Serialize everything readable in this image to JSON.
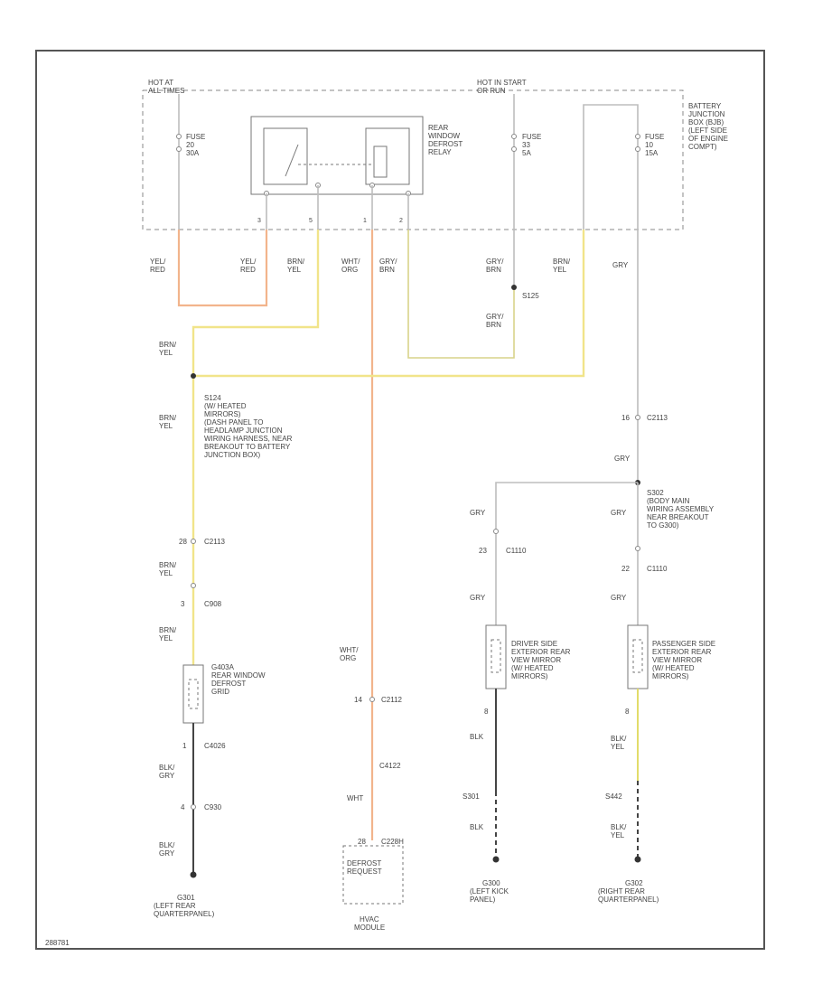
{
  "power": {
    "hot_left": [
      "HOT AT",
      "ALL TIMES"
    ],
    "hot_right": [
      "HOT IN START",
      "OR RUN"
    ]
  },
  "bjb_label": [
    "BATTERY",
    "JUNCTION",
    "BOX (BJB)",
    "(LEFT SIDE",
    "OF ENGINE",
    "COMPT)"
  ],
  "fuses": [
    {
      "lines": [
        "FUSE",
        "20",
        "30A"
      ]
    },
    {
      "lines": [
        "FUSE",
        "33",
        "5A"
      ]
    },
    {
      "lines": [
        "FUSE",
        "10",
        "15A"
      ]
    }
  ],
  "relay": {
    "label": [
      "REAR",
      "WINDOW",
      "DEFROST",
      "RELAY"
    ],
    "pins": [
      "3",
      "5",
      "1",
      "2"
    ]
  },
  "wire_labels": {
    "yel_red_1": [
      "YEL/",
      "RED"
    ],
    "yel_red_2": [
      "YEL/",
      "RED"
    ],
    "brn_yel_relay": [
      "BRN/",
      "YEL"
    ],
    "wht_org": [
      "WHT/",
      "ORG"
    ],
    "gry_brn_relay": [
      "GRY/",
      "BRN"
    ],
    "gry_brn_fuse": [
      "GRY/",
      "BRN"
    ],
    "gry_brn_low": [
      "GRY/",
      "BRN"
    ],
    "brn_yel_right": [
      "BRN/",
      "YEL"
    ],
    "gry_right": "GRY",
    "brn_yel_left": [
      "BRN/",
      "YEL"
    ],
    "brn_yel_mid": [
      "BRN/",
      "YEL"
    ],
    "brn_yel_lower": [
      "BRN/",
      "YEL"
    ],
    "brn_yel_grid": [
      "BRN/",
      "YEL"
    ],
    "gry_c2": "GRY",
    "gry_dl": "GRY",
    "gry_pl": "GRY",
    "gry_dl2": "GRY",
    "gry_pl2": "GRY",
    "blk_gry_1": [
      "BLK/",
      "GRY"
    ],
    "blk_gry_2": [
      "BLK/",
      "GRY"
    ],
    "wht_org_low": [
      "WHT/",
      "ORG"
    ],
    "wht": "WHT",
    "blk_d": "BLK",
    "blk_yel_p": [
      "BLK/",
      "YEL"
    ],
    "blk_d2": "BLK",
    "blk_yel_p2": [
      "BLK/",
      "YEL"
    ]
  },
  "splices": {
    "s125": "S125",
    "s124": [
      "S124",
      "(W/ HEATED",
      "MIRRORS)",
      "(DASH PANEL TO",
      "HEADLAMP JUNCTION",
      "WIRING HARNESS, NEAR",
      "BREAKOUT TO BATTERY",
      "JUNCTION BOX)"
    ],
    "s302": [
      "S302",
      "(BODY MAIN",
      "WIRING ASSEMBLY",
      "NEAR BREAKOUT",
      "TO G300)"
    ],
    "s301": "S301",
    "s442": "S442"
  },
  "connectors": {
    "c2113_right": {
      "pin": "16",
      "name": "C2113"
    },
    "c2113_left": {
      "pin": "28",
      "name": "C2113"
    },
    "c908": {
      "pin": "3",
      "name": "C908"
    },
    "c2112": {
      "pin": "14",
      "name": "C2112"
    },
    "c4026": {
      "pin": "1",
      "name": "C4026"
    },
    "c930": {
      "pin": "4",
      "name": "C930"
    },
    "c1110a": {
      "pin": "23",
      "name": "C1110"
    },
    "c1110b": {
      "pin": "22",
      "name": "C1110"
    },
    "c4122": {
      "pin": "",
      "name": "C4122"
    },
    "c228h": {
      "pin": "28",
      "name": "C228H"
    },
    "d_pin": "8",
    "p_pin": "8"
  },
  "components": {
    "grid": [
      "G403A",
      "REAR WINDOW",
      "DEFROST",
      "GRID"
    ],
    "driver_mirror": [
      "DRIVER SIDE",
      "EXTERIOR REAR",
      "VIEW MIRROR",
      "(W/ HEATED",
      "MIRRORS)"
    ],
    "passenger_mirror": [
      "PASSENGER SIDE",
      "EXTERIOR REAR",
      "VIEW MIRROR",
      "(W/ HEATED",
      "MIRRORS)"
    ],
    "hvac_box": [
      "DEFROST",
      "REQUEST"
    ],
    "hvac_module": [
      "HVAC",
      "MODULE"
    ]
  },
  "grounds": {
    "g301": [
      "G301",
      "(LEFT REAR",
      "QUARTERPANEL)"
    ],
    "g300": [
      "G300",
      "(LEFT KICK",
      "PANEL)"
    ],
    "g302": [
      "G302",
      "(RIGHT REAR",
      "QUARTERPANEL)"
    ]
  },
  "footer_code": "288781"
}
